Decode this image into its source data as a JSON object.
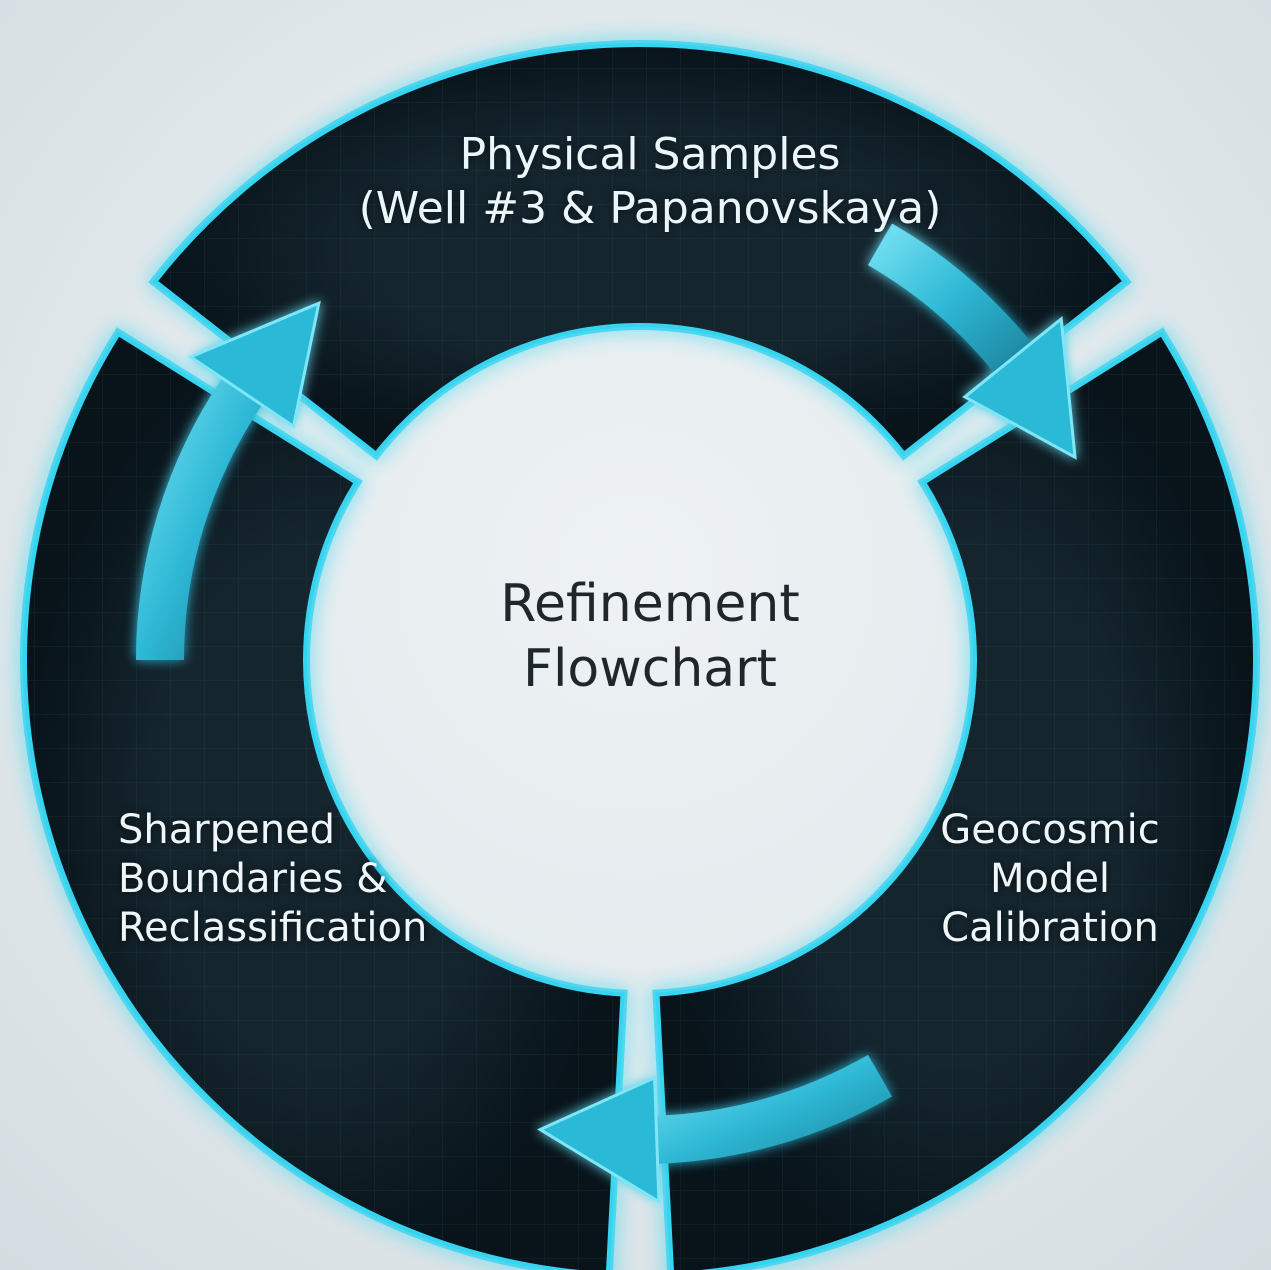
{
  "diagram": {
    "center_title": [
      "Refinement",
      "Flowchart"
    ],
    "stages": [
      {
        "id": "physical-samples",
        "lines": [
          "Physical Samples",
          "(Well #3 & Papanovskaya)"
        ]
      },
      {
        "id": "geocosmic-model-calibration",
        "lines": [
          "Geocosmic",
          "Model",
          "Calibration"
        ]
      },
      {
        "id": "sharpened-boundaries-reclassification",
        "lines": [
          "Sharpened",
          "Boundaries &",
          "Reclassification"
        ]
      }
    ],
    "colors": {
      "background": "#dfe6ea",
      "segment_fill": "#0e1a22",
      "glow": "#35d4f0",
      "arrow": "#2bb9d6",
      "center_text": "#1f272c",
      "segment_text": "#eef6f9"
    },
    "icons": [
      "cycle-arrow-icon",
      "cycle-arrow-icon",
      "cycle-arrow-icon"
    ]
  }
}
